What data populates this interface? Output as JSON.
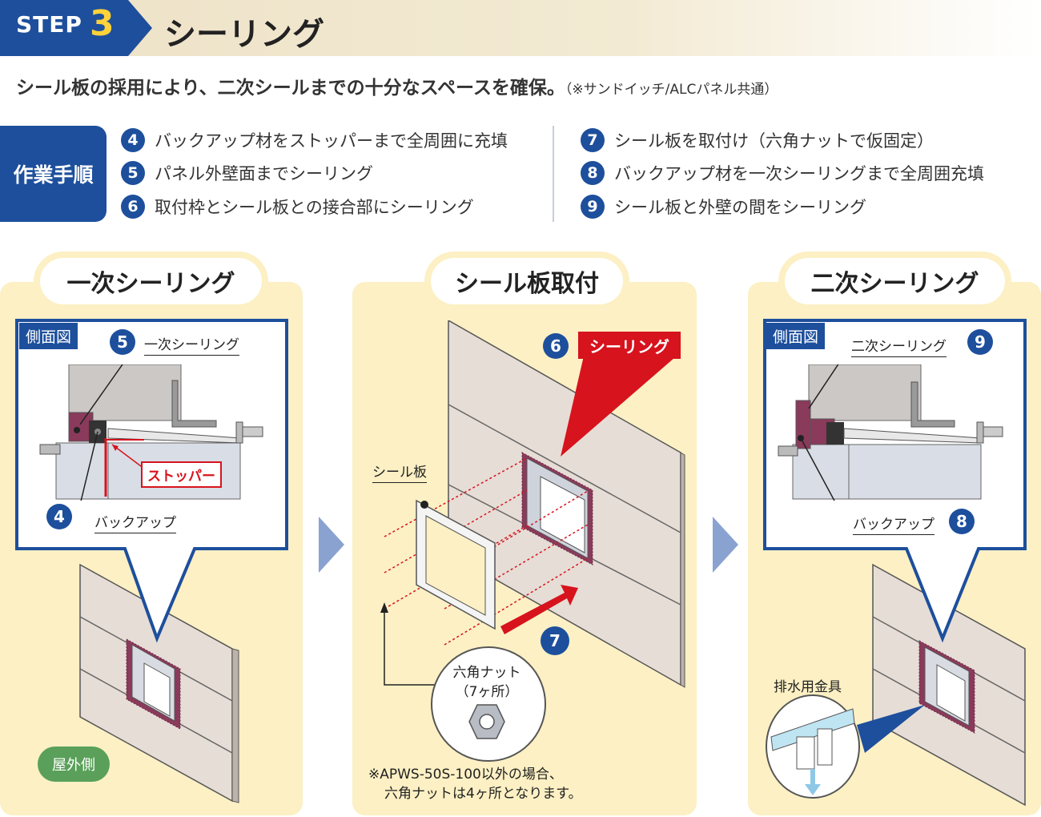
{
  "header": {
    "step_label": "STEP",
    "step_number": "3",
    "title": "シーリング"
  },
  "subtitle": {
    "main": "シール板の採用により、二次シールまでの十分なスペースを確保。",
    "note": "（※サンドイッチ/ALCパネル共通）"
  },
  "procedure": {
    "label": "作業手順",
    "steps": [
      {
        "num": "4",
        "text": "バックアップ材をストッパーまで全周囲に充填"
      },
      {
        "num": "5",
        "text": "パネル外壁面までシーリング"
      },
      {
        "num": "6",
        "text": "取付枠とシール板との接合部にシーリング"
      },
      {
        "num": "7",
        "text": "シール板を取付け（六角ナットで仮固定）"
      },
      {
        "num": "8",
        "text": "バックアップ材を一次シーリングまで全周囲充填"
      },
      {
        "num": "9",
        "text": "シール板と外壁の間をシーリング"
      }
    ]
  },
  "panels": {
    "p1": {
      "title": "一次シーリング",
      "side_tag": "側面図",
      "num_5": "5",
      "label_primary": "一次シーリング",
      "label_stopper": "ストッパー",
      "num_4": "4",
      "label_backup": "バックアップ",
      "outside": "屋外側"
    },
    "p2": {
      "title": "シール板取付",
      "num_6": "6",
      "label_sealing": "シーリング",
      "label_plate": "シール板",
      "num_7": "7",
      "nut_line1": "六角ナット",
      "nut_line2": "（7ヶ所）",
      "note_line1": "※APWS-50S-100以外の場合、",
      "note_line2": "六角ナットは4ヶ所となります。"
    },
    "p3": {
      "title": "二次シーリング",
      "side_tag": "側面図",
      "label_secondary": "二次シーリング",
      "num_9": "9",
      "label_backup": "バックアップ",
      "num_8": "8",
      "label_drain": "排水用金具"
    }
  },
  "colors": {
    "navy": "#1d4f9c",
    "red": "#d7131d",
    "panel_bg": "#fcf0c4",
    "wall": "#e4dcd6",
    "seal": "#8a3a5a"
  }
}
